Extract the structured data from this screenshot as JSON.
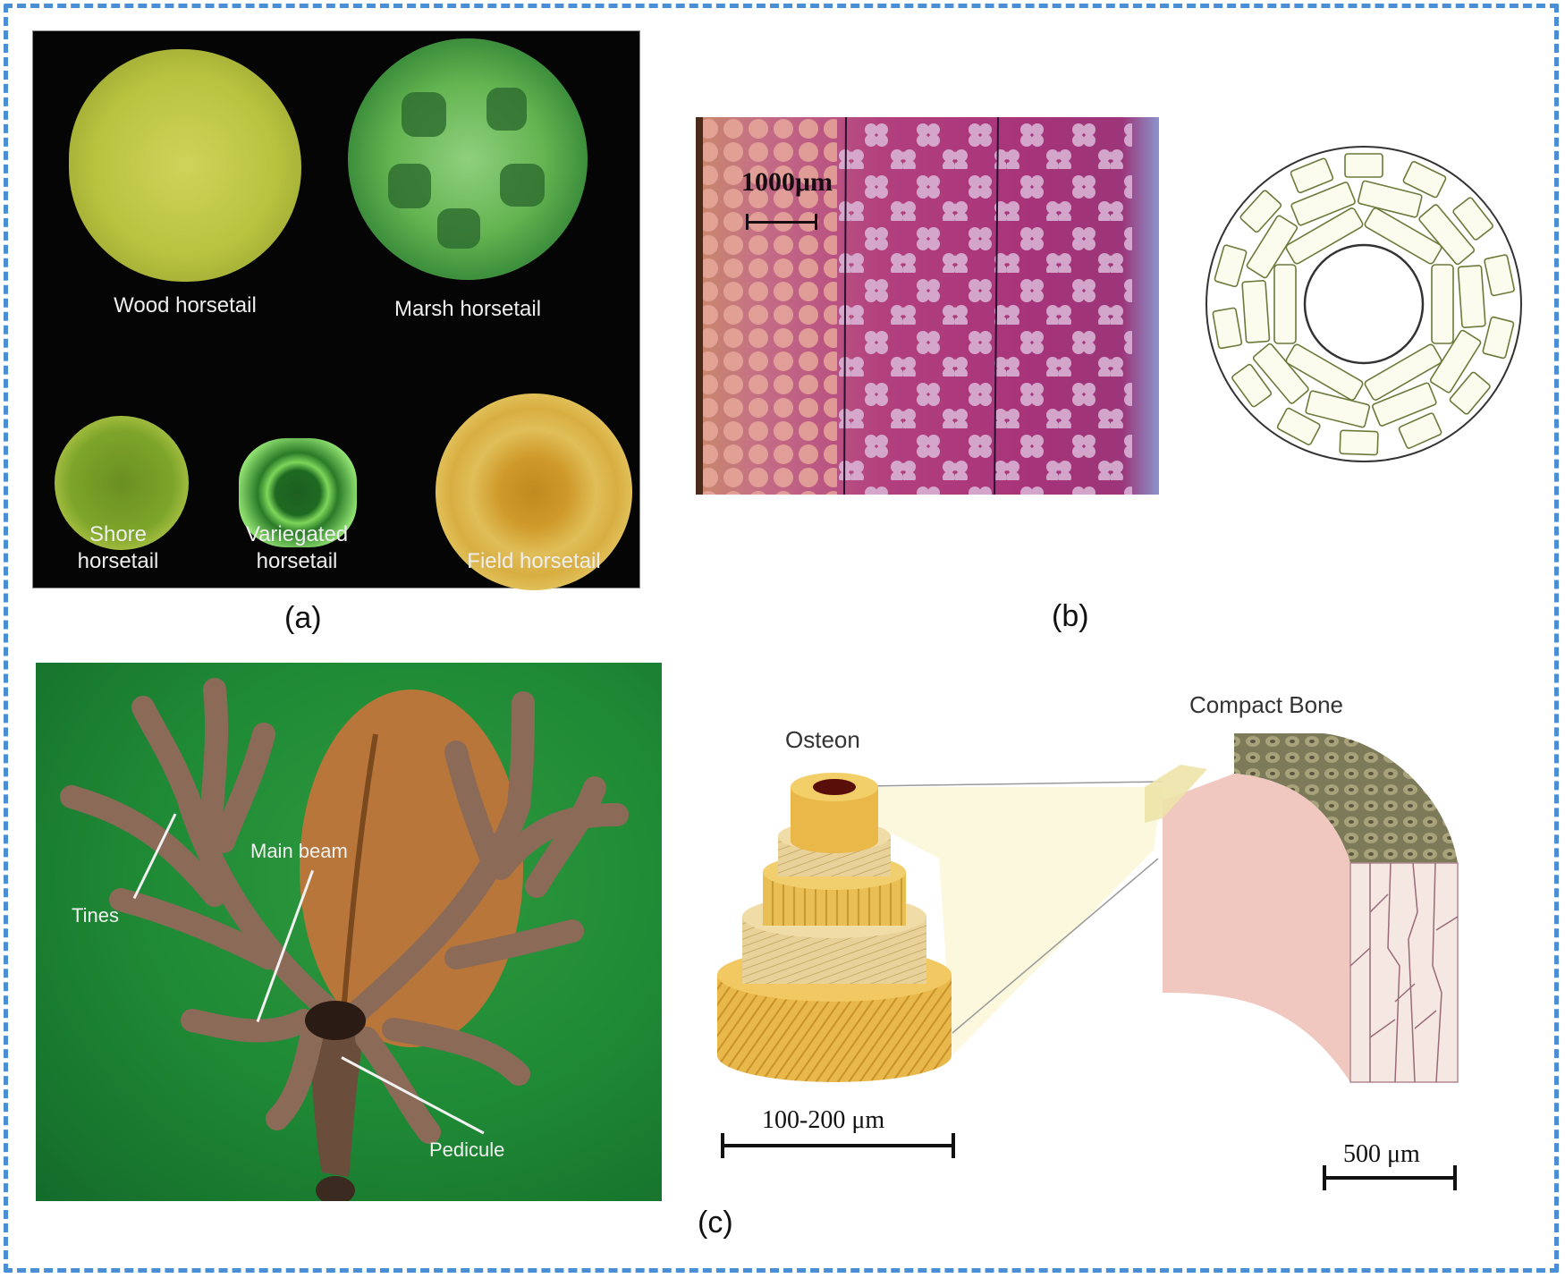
{
  "figure": {
    "border_color": "#4a8fd6",
    "panels": {
      "a": {
        "tag": "(a)",
        "specimens": [
          {
            "label": "Wood horsetail",
            "color": "#b8c23a"
          },
          {
            "label": "Marsh horsetail",
            "color": "#6fbf5a"
          },
          {
            "label_line1": "Shore",
            "label_line2": "horsetail",
            "color": "#8db52c"
          },
          {
            "label_line1": "Variegated",
            "label_line2": "horsetail",
            "color": "#5fd04a"
          },
          {
            "label": "Field horsetail",
            "color": "#d9b23a"
          }
        ]
      },
      "b": {
        "tag": "(b)",
        "micrograph_scale": "1000μm",
        "ring_diagram": "concentric ring cross-section with rectangular cells"
      },
      "c": {
        "tag": "(c)",
        "antler_labels": {
          "tines": "Tines",
          "main_beam": "Main beam",
          "pedicule": "Pedicule"
        },
        "osteon_label": "Osteon",
        "compact_bone_label": "Compact Bone",
        "osteon_scale": "100-200 μm",
        "compact_bone_scale": "500 μm"
      }
    }
  }
}
